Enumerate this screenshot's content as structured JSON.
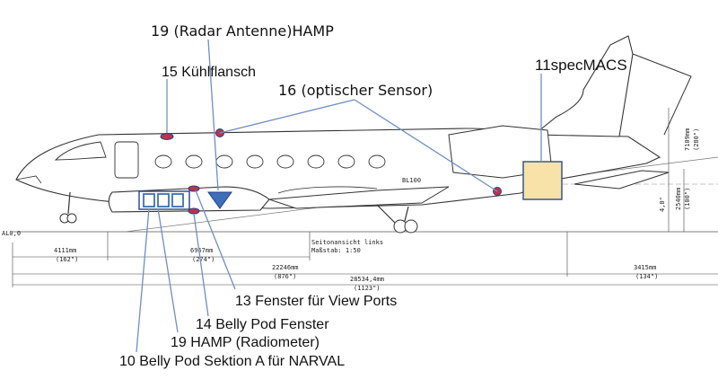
{
  "callouts": {
    "radar": "19 (Radar Antenne)HAMP",
    "kuehl": "15 Kühlflansch",
    "optic": "16 (optischer Sensor)",
    "specmacs": "11specMACS",
    "fenster_view": "13 Fenster für View Ports",
    "belly_fenster": "14 Belly Pod Fenster",
    "hamp_radio": "19 HAMP (Radiometer)",
    "belly_sektion": "10 Belly Pod Sektion A für NARVAL"
  },
  "drawing": {
    "bl100": "BL100",
    "al00": "AL0,0",
    "seitenansicht": "Seitonansicht links",
    "massstab": "Maßstab:   1:50",
    "dim_4111": "4111mm",
    "dim_162": "(162\")",
    "dim_6967": "6967mm",
    "dim_274": "(274\")",
    "dim_22246": "22246mm",
    "dim_876": "(876\")",
    "dim_28534": "28534,4mm",
    "dim_1123": "(1123\")",
    "dim_3415": "3415mm",
    "dim_134": "(134\")",
    "dim_7109": "7109mm",
    "dim_280": "(280\")",
    "dim_2540": "2540mm",
    "dim_100": "(100\")",
    "dim_small": "4,0\""
  },
  "colors": {
    "callout_line": "#6f8fc4",
    "marker_fill": "#c0314a",
    "marker_stroke": "#2a3e8f",
    "triangle": "#3c6fb7",
    "pod_box": "#3c6fb7",
    "specmacs_fill": "#f8e2a8",
    "specmacs_stroke": "#2a4a8a"
  }
}
